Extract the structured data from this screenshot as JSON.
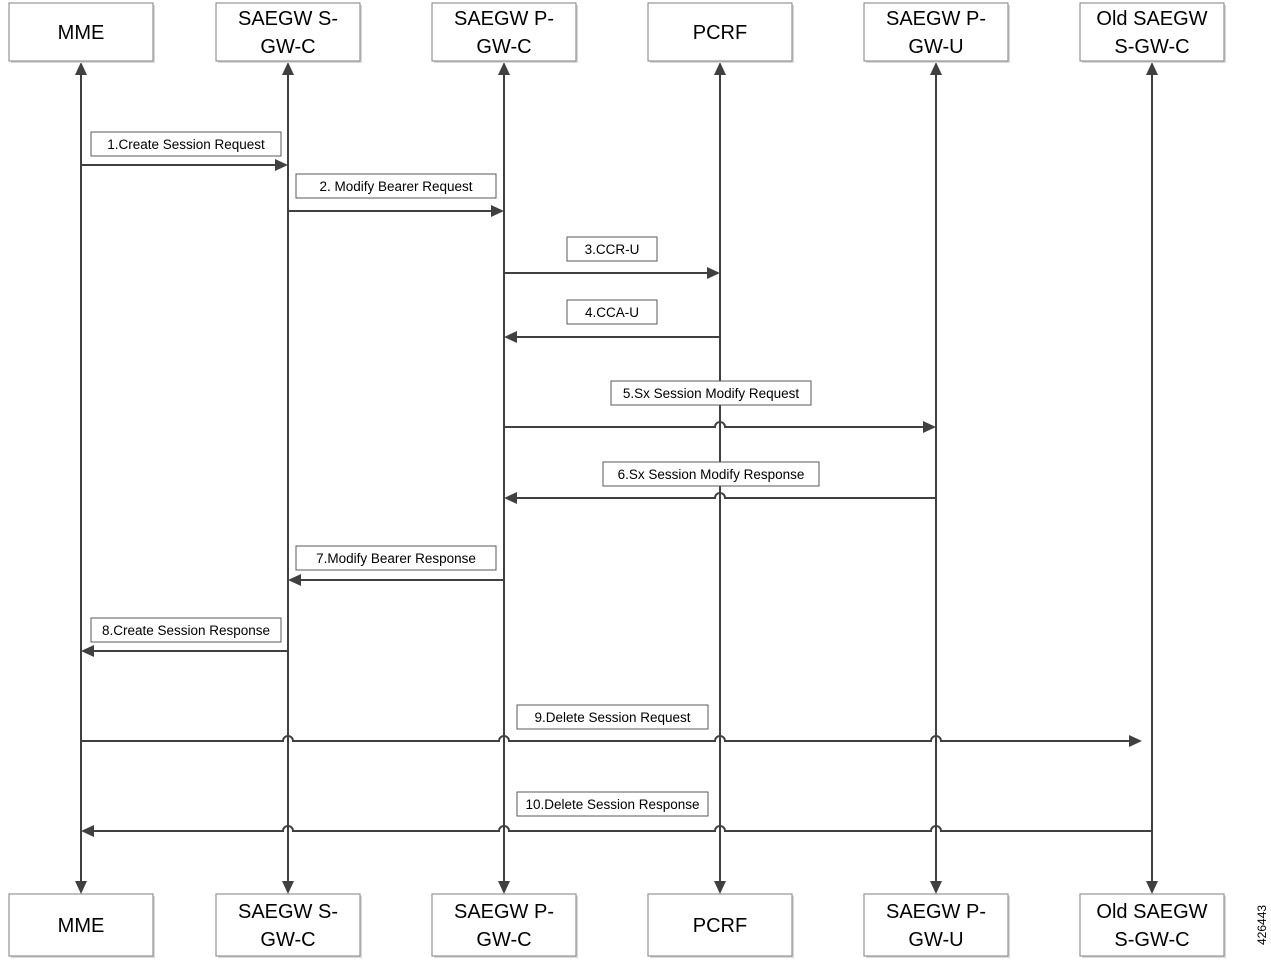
{
  "participants": [
    {
      "id": "mme",
      "lines": [
        "MME"
      ]
    },
    {
      "id": "sgwc",
      "lines": [
        "SAEGW S-",
        "GW-C"
      ]
    },
    {
      "id": "pgwc",
      "lines": [
        "SAEGW P-",
        "GW-C"
      ]
    },
    {
      "id": "pcrf",
      "lines": [
        "PCRF"
      ]
    },
    {
      "id": "pgwu",
      "lines": [
        "SAEGW P-",
        "GW-U"
      ]
    },
    {
      "id": "oldsgwc",
      "lines": [
        "Old SAEGW",
        "S-GW-C"
      ]
    }
  ],
  "messages": [
    {
      "label": "1.Create Session Request",
      "from": "mme",
      "to": "sgwc"
    },
    {
      "label": "2. Modify Bearer Request",
      "from": "sgwc",
      "to": "pgwc"
    },
    {
      "label": "3.CCR-U",
      "from": "pgwc",
      "to": "pcrf"
    },
    {
      "label": "4.CCA-U",
      "from": "pcrf",
      "to": "pgwc"
    },
    {
      "label": "5.Sx Session Modify Request",
      "from": "pgwc",
      "to": "pgwu"
    },
    {
      "label": "6.Sx Session Modify Response",
      "from": "pgwu",
      "to": "pgwc"
    },
    {
      "label": "7.Modify Bearer Response",
      "from": "pgwc",
      "to": "sgwc"
    },
    {
      "label": "8.Create Session Response",
      "from": "sgwc",
      "to": "mme"
    },
    {
      "label": "9.Delete Session Request",
      "from": "mme",
      "to": "oldsgwc"
    },
    {
      "label": "10.Delete Session Response",
      "from": "oldsgwc",
      "to": "mme"
    }
  ],
  "figure_id": "426443"
}
